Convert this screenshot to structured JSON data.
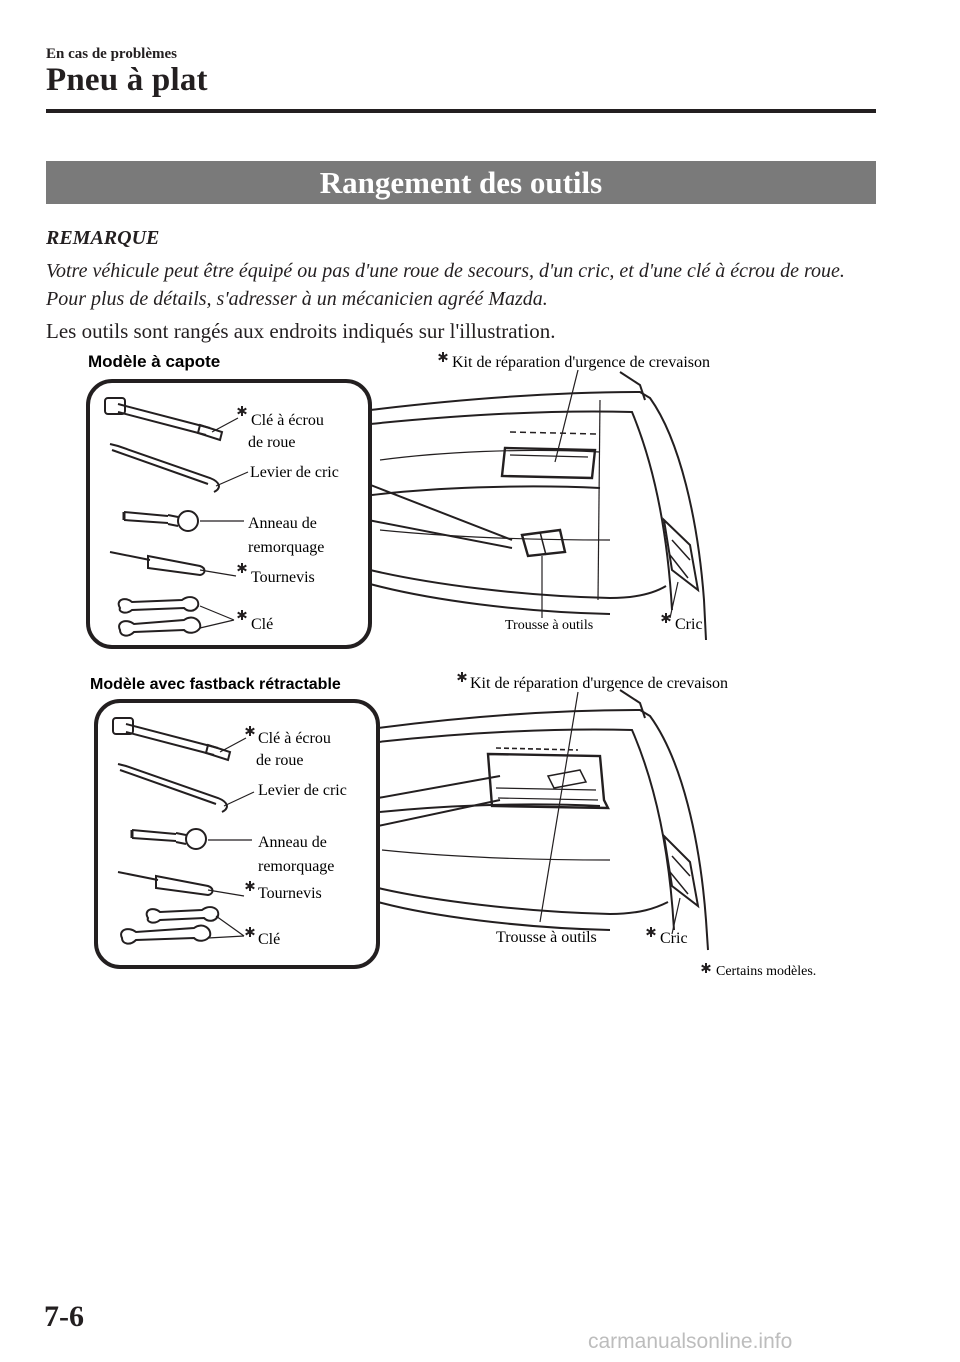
{
  "header": {
    "section": "En cas de problèmes",
    "title": "Pneu à plat"
  },
  "banner": "Rangement des outils",
  "note": {
    "title": "REMARQUE",
    "text": "Votre véhicule peut être équipé ou pas d'une roue de secours, d'un cric, et d'une clé à écrou de roue. Pour plus de détails, s'adresser à un mécanicien agréé Mazda."
  },
  "intro": "Les outils sont rangés aux endroits indiqués sur l'illustration.",
  "figure1": {
    "model": "Modèle à capote",
    "kit": "Kit de réparation d'urgence de crevaison",
    "wrench_line1": "Clé à écrou",
    "wrench_line2": "de roue",
    "lever": "Levier de cric",
    "ring_line1": "Anneau de",
    "ring_line2": "remorquage",
    "screwdriver": "Tournevis",
    "spanner": "Clé",
    "toolbag": "Trousse à outils",
    "jack": "Cric"
  },
  "figure2": {
    "model": "Modèle avec fastback rétractable",
    "kit": "Kit de réparation d'urgence de crevaison",
    "wrench_line1": "Clé à écrou",
    "wrench_line2": "de roue",
    "lever": "Levier de cric",
    "ring_line1": "Anneau de",
    "ring_line2": "remorquage",
    "screwdriver": "Tournevis",
    "spanner": "Clé",
    "toolbag": "Trousse à outils",
    "jack": "Cric"
  },
  "footnote": "Certains modèles.",
  "page_number": "7-6",
  "watermark": "carmanualsonline.info",
  "icons": {
    "asterisk": "asterisk-icon"
  }
}
